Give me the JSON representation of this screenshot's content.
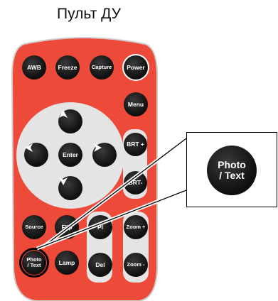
{
  "title": "Пульт ДУ",
  "colors": {
    "remote_body": "#ee4a3a",
    "pad": "#e4e4e4",
    "button": "#141414",
    "button_text": "#ffffff"
  },
  "buttons": {
    "awb": "AWB",
    "freeze": "Freeze",
    "capture": "Capture",
    "power": "Power",
    "menu": "Menu",
    "enter": "Enter",
    "brt_plus": "BRT +",
    "brt_minus": "BRT-",
    "source": "Source",
    "flip": "Flip",
    "pl": "Pl",
    "zoom_plus": "Zoom +",
    "photo_text": "Photo\n/ Text",
    "lamp": "Lamp",
    "del": "Del",
    "zoom_minus": "Zoom -"
  },
  "arrows": {
    "up": "up-arrow-icon",
    "down": "down-arrow-icon",
    "left": "left-arrow-icon",
    "right": "right-arrow-icon"
  },
  "callout": {
    "label": "Photo\n/ Text"
  }
}
